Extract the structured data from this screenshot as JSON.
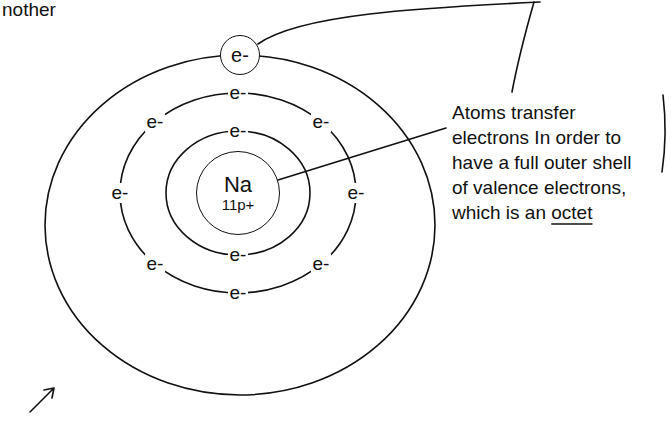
{
  "diagram": {
    "nodes": [
      {
        "text": [
          "e-"
        ]
      },
      {
        "text": [
          "Na",
          "11p+"
        ]
      }
    ],
    "labels": [
      "nother",
      "e-",
      "e-",
      "e-",
      "e-",
      "e-",
      "e-",
      "e-",
      "e-",
      "e-",
      "e-",
      "Atoms transfer electrons In order to have a full outer shell of valence electrons, which is an octet"
    ]
  }
}
